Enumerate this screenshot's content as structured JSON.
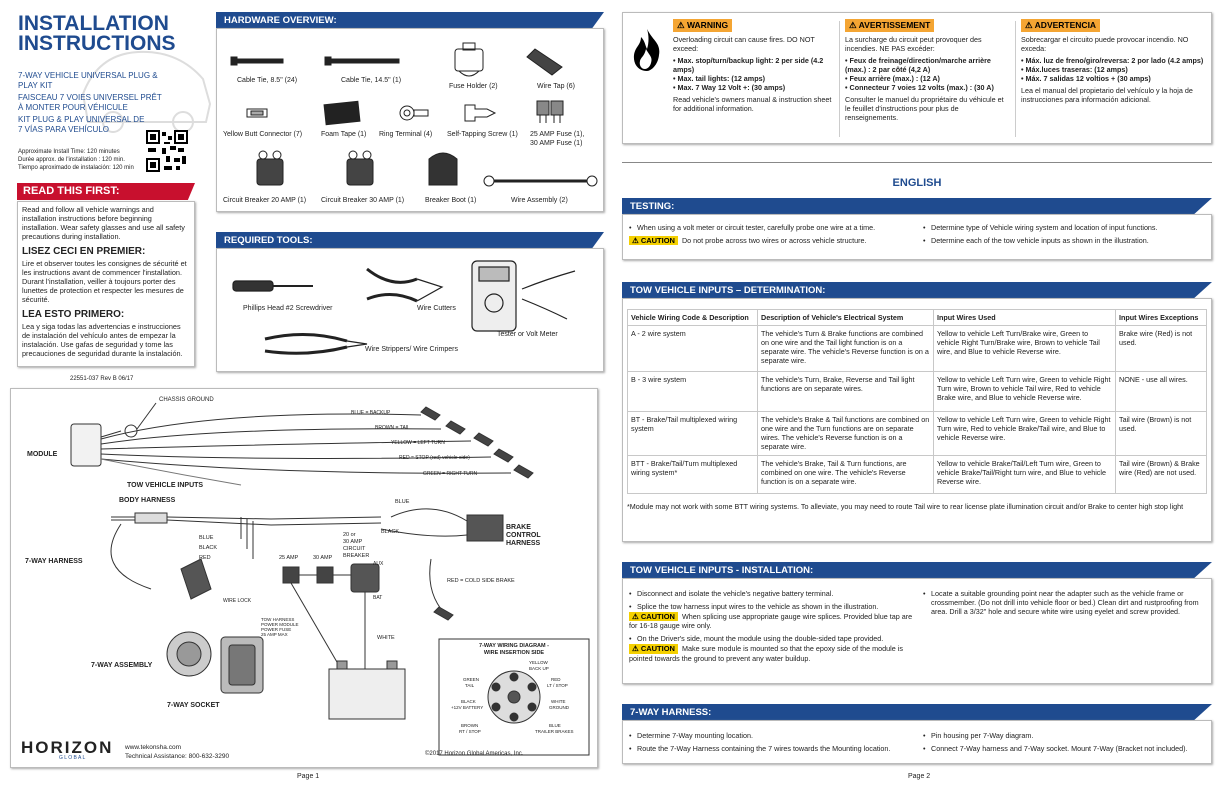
{
  "left": {
    "title_line1": "INSTALLATION",
    "title_line2": "INSTRUCTIONS",
    "product_en_1": "7-WAY VEHICLE UNIVERSAL PLUG &",
    "product_en_2": "PLAY KIT",
    "product_fr_1": "FAISCEAU 7 VOIES UNIVERSEL PRÊT",
    "product_fr_2": "À MONTER POUR VÉHICULE",
    "product_es_1": "KIT PLUG & PLAY UNIVERSAL DE",
    "product_es_2": "7 VÍAS PARA VEHÍCULO",
    "time_en": "Approximate Install Time: 120 minutes",
    "time_fr": "Durée approx. de l'installation : 120 min.",
    "time_es": "Tiempo aproximado de instalación: 120 min",
    "read_first_label": "READ THIS FIRST:",
    "read_first_text": "Read and follow all vehicle warnings and installation instructions before beginning installation. Wear safety glasses and use all safety precautions during installation.",
    "lisez_title": "LISEZ CECI EN PREMIER:",
    "lisez_text": "Lire et observer toutes les consignes de sécurité et les instructions avant de commencer l'installation. Durant l'installation, veiller à toujours porter des lunettes de protection et respecter les mesures de sécurité.",
    "lea_title": "LEA ESTO PRIMERO:",
    "lea_text": "Lea y siga todas las advertencias e instrucciones de instalación del vehículo antes de empezar la instalación. Use gafas de seguridad y tome las precauciones de seguridad durante la instalación.",
    "doc_number": "22551-037   Rev B   06/17"
  },
  "hardware": {
    "title": "HARDWARE OVERVIEW:",
    "items": [
      "Cable Tie, 8.5\" (24)",
      "Cable Tie, 14.5\" (1)",
      "Fuse Holder (2)",
      "Wire Tap (6)",
      "Yellow Butt Connector (7)",
      "Foam Tape (1)",
      "Ring Terminal (4)",
      "Self-Tapping Screw (1)",
      "25 AMP Fuse (1),",
      "30 AMP Fuse (1)",
      "Circuit Breaker 20 AMP (1)",
      "Circuit Breaker 30 AMP (1)",
      "Breaker Boot  (1)",
      "Wire Assembly (2)"
    ]
  },
  "tools": {
    "title": "REQUIRED TOOLS:",
    "items": [
      "Phillips Head #2 Screwdriver",
      "Wire Cutters",
      "Tester or Volt Meter",
      "Wire Strippers/ Wire Crimpers"
    ]
  },
  "diagram": {
    "labels": {
      "chassis_ground": "CHASSIS GROUND",
      "module": "MODULE",
      "blue_backup": "BLUE = BACKUP",
      "brown_tail": "BROWN = TAIL",
      "yellow_left": "YELLOW = LEFT TURN",
      "red_stop": "RED = STOP (red) vehicle side)",
      "green_right": "GREEN = RIGHT TURN",
      "tow_vehicle_inputs": "TOW VEHICLE INPUTS",
      "body_harness": "BODY HARNESS",
      "blue": "BLUE",
      "black": "BLACK",
      "red": "RED",
      "seven_way_harness": "7-WAY HARNESS",
      "wire_lock": "WIRE LOCK",
      "amp25": "25 AMP",
      "amp30": "30 AMP",
      "breaker_1": "20 or",
      "breaker_2": "30 AMP",
      "breaker_3": "CIRCUIT",
      "breaker_4": "BREAKER",
      "aux": "AUX",
      "bat": "BAT",
      "blue2": "BLUE",
      "black2": "BLACK",
      "brake_control_1": "BRAKE",
      "brake_control_2": "CONTROL",
      "brake_control_3": "HARNESS",
      "red_cold": "RED = COLD SIDE BRAKE",
      "white": "WHITE",
      "power_module_1": "TOW HARNESS",
      "power_module_2": "POWER MODULE",
      "power_module_3": "POWER FUSE",
      "power_module_4": "25 AMP MAX",
      "seven_way_assembly": "7-WAY ASSEMBLY",
      "seven_way_socket": "7-WAY SOCKET",
      "wiring_title_1": "7-WAY WIRING DIAGRAM -",
      "wiring_title_2": "WIRE INSERTION SIDE",
      "w_yellow": "YELLOW",
      "w_backup": "BACK UP",
      "w_green": "GREEN",
      "w_tail": "TAIL",
      "w_red": "RED",
      "w_ltstop": "LT / STOP",
      "w_black": "BLACK",
      "w_12v": "+12V BATTERY",
      "w_white": "WHITE",
      "w_ground": "GROUND",
      "w_brown": "BROWN",
      "w_rtstop": "RT / STOP",
      "w_blue": "BLUE",
      "w_trailer": "TRAILER BRAKES"
    }
  },
  "footer_left": {
    "brand": "HORIZON",
    "brand_sub": "G L O B A L",
    "web": "www.tekonsha.com",
    "tech": "Technical Assistance: 800-632-3290",
    "copyright": "©2017 Horizon Global Americas, Inc.",
    "page": "Page 1"
  },
  "warnings": [
    {
      "title": "WARNING",
      "intro": "Overloading circuit can cause fires.  DO NOT exceed:",
      "b1": "• Max. stop/turn/backup light: 2 per side (4.2 amps)",
      "b2": "• Max. tail lights: (12 amps)",
      "b3": "• Max. 7 Way 12 Volt +: (30 amps)",
      "outro": "Read vehicle's owners manual & instruction sheet for additional information."
    },
    {
      "title": "AVERTISSEMENT",
      "intro": "La surcharge du circuit peut provoquer des incendies.  NE PAS excéder:",
      "b1": "• Feux de freinage/direction/marche arrière (max.) :  2 par côté (4,2 A)",
      "b2": "• Feux arrière (max.) : (12 A)",
      "b3": "• Connecteur 7 voies 12 volts (max.) : (30 A)",
      "outro": "Consulter le manuel du propriétaire du véhicule et le feuillet d'instructions pour plus de renseignements."
    },
    {
      "title": "ADVERTENCIA",
      "intro": "Sobrecargar el circuito puede provocar incendio.  NO exceda:",
      "b1": "• Máx. luz de freno/giro/reversa: 2 por lado (4.2 amps)",
      "b2": "• Máx.luces traseras: (12 amps)",
      "b3": "• Máx. 7 salidas 12 voltios + (30 amps)",
      "outro": "Lea el manual del propietario del vehículo y la hoja de instrucciones para información adicional."
    }
  ],
  "english_heading": "ENGLISH",
  "testing": {
    "title": "TESTING:",
    "left_1": "When using a volt meter or circuit tester, carefully probe one wire at a time.",
    "caution_label": "CAUTION",
    "left_caution": "Do not probe across two wires or across vehicle structure.",
    "right_1": "Determine type of Vehicle wiring system and location of input functions.",
    "right_2": "Determine each of the tow vehicle inputs as shown in the illustration."
  },
  "determination": {
    "title": "TOW VEHICLE INPUTS  – DETERMINATION:",
    "headers": [
      "Vehicle Wiring Code & Description",
      "Description of Vehicle's Electrical System",
      "Input Wires Used",
      "Input Wires Exceptions"
    ],
    "rows": [
      [
        "A - 2 wire system",
        "The vehicle's Turn & Brake functions are combined on one wire and the Tail light function is on a separate wire. The vehicle's Reverse function is on a separate wire.",
        "Yellow to vehicle Left Turn/Brake wire, Green to vehicle Right Turn/Brake wire, Brown to vehicle Tail wire, and Blue to vehicle Reverse wire.",
        "Brake wire (Red) is not used."
      ],
      [
        "B - 3 wire system",
        "The vehicle's Turn, Brake, Reverse and Tail light functions are on separate wires.",
        "Yellow to vehicle Left Turn wire, Green to vehicle Right Turn wire, Brown to vehicle Tail wire, Red to vehicle Brake wire, and Blue to vehicle Reverse wire.",
        "NONE - use all wires."
      ],
      [
        "BT - Brake/Tail multiplexed wiring system",
        "The vehicle's Brake & Tail functions are combined on one wire and the Turn functions are on separate wires. The vehicle's Reverse function is on a separate wire.",
        "Yellow to vehicle Left Turn wire, Green to vehicle Right Turn wire, Red to vehicle Brake/Tail wire, and Blue to vehicle Reverse wire.",
        "Tail wire (Brown) is not used."
      ],
      [
        "BTT - Brake/Tail/Turn multiplexed wiring system*",
        "The vehicle's Brake, Tail & Turn functions, are combined on one wire. The vehicle's Reverse function is on a separate wire.",
        "Yellow to vehicle Brake/Tail/Left Turn wire, Green to vehicle Brake/Tail/Right turn wire, and Blue to vehicle Reverse wire.",
        "Tail wire (Brown) & Brake wire (Red) are not used."
      ]
    ],
    "footnote": "*Module may not work with some BTT wiring systems.  To alleviate, you may need to route Tail wire to rear license plate illumination circuit and/or Brake to center high stop light"
  },
  "installation": {
    "title": "TOW VEHICLE INPUTS - INSTALLATION:",
    "l1": "Disconnect and isolate the vehicle's negative battery terminal.",
    "l2": "Splice the tow harness input wires to the vehicle as shown in the illustration.",
    "c1": "When splicing use appropriate gauge wire splices. Provided blue tap are for 16-18 gauge wire only.",
    "l3": "On the Driver's side, mount the module using the double-sided tape provided.",
    "c2": "Make sure module is mounted so that the epoxy side of the module is pointed towards the ground to prevent any water buildup.",
    "r1": "Locate a suitable grounding point near the adapter such as the vehicle frame or crossmember. (Do not drill into vehicle floor or bed.) Clean dirt and rustproofing from area. Drill a 3/32\" hole and secure white wire using eyelet and screw provided."
  },
  "harness": {
    "title": "7-WAY HARNESS:",
    "l1": "Determine 7-Way mounting location.",
    "l2": "Route the 7-Way Harness containing the 7 wires towards the Mounting location.",
    "r1": "Pin housing per 7-Way diagram.",
    "r2": "Connect 7-Way harness and 7-Way socket.  Mount 7-Way (Bracket not included)."
  },
  "page2": "Page 2",
  "colors": {
    "navy": "#1f4b8f",
    "red": "#c8102e",
    "warning": "#f4a533",
    "caution": "#f4d000"
  }
}
